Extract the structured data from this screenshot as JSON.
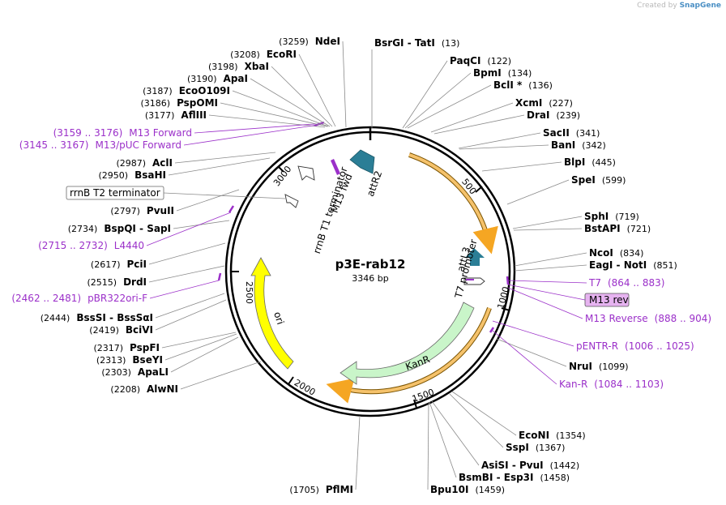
{
  "credit": {
    "prefix": "Created by",
    "brand": "SnapGene"
  },
  "plasmid": {
    "name": "p3E-rab12",
    "length_label": "3346 bp",
    "length": 3346
  },
  "ticks": [
    "500",
    "1000",
    "1500",
    "2000",
    "2500",
    "3000"
  ],
  "enzymes_right": [
    {
      "name": "BsrGI",
      "sep": " - ",
      "name2": "TatI",
      "pos": "(13)"
    },
    {
      "name": "PaqCI",
      "pos": "(122)"
    },
    {
      "name": "BpmI",
      "pos": "(134)"
    },
    {
      "name": "BclI *",
      "pos": "(136)"
    },
    {
      "name": "XcmI",
      "pos": "(227)"
    },
    {
      "name": "DraI",
      "pos": "(239)"
    },
    {
      "name": "SacII",
      "pos": "(341)"
    },
    {
      "name": "BanI",
      "pos": "(342)"
    },
    {
      "name": "BlpI",
      "pos": "(445)"
    },
    {
      "name": "SpeI",
      "pos": "(599)"
    },
    {
      "name": "SphI",
      "pos": "(719)"
    },
    {
      "name": "BstAPI",
      "pos": "(721)"
    },
    {
      "name": "NcoI",
      "pos": "(834)"
    },
    {
      "name": "EagI",
      "sep": " - ",
      "name2": "NotI",
      "pos": "(851)"
    },
    {
      "name": "NruI",
      "pos": "(1099)"
    },
    {
      "name": "EcoNI",
      "pos": "(1354)"
    },
    {
      "name": "SspI",
      "pos": "(1367)"
    },
    {
      "name": "AsiSI",
      "sep": " - ",
      "name2": "PvuI",
      "pos": "(1442)"
    },
    {
      "name": "BsmBI",
      "sep": " - ",
      "name2": "Esp3I",
      "pos": "(1458)"
    },
    {
      "name": "Bpu10I",
      "pos": "(1459)"
    }
  ],
  "enzymes_left": [
    {
      "name": "NdeI",
      "pos": "(3259)"
    },
    {
      "name": "EcoRI",
      "pos": "(3208)"
    },
    {
      "name": "XbaI",
      "pos": "(3198)"
    },
    {
      "name": "ApaI",
      "pos": "(3190)"
    },
    {
      "name": "EcoO109I",
      "pos": "(3187)"
    },
    {
      "name": "PspOMI",
      "pos": "(3186)"
    },
    {
      "name": "AflIII",
      "pos": "(3177)"
    },
    {
      "name": "AclI",
      "pos": "(2987)"
    },
    {
      "name": "BsaHI",
      "pos": "(2950)"
    },
    {
      "name": "PvuII",
      "pos": "(2797)"
    },
    {
      "name": "BspQI",
      "sep": " - ",
      "name2": "SapI",
      "pos": "(2734)"
    },
    {
      "name": "PciI",
      "pos": "(2617)"
    },
    {
      "name": "DrdI",
      "pos": "(2515)"
    },
    {
      "name": "BssSI",
      "sep": " - ",
      "name2": "BssSαI",
      "pos": "(2444)"
    },
    {
      "name": "BciVI",
      "pos": "(2419)"
    },
    {
      "name": "PspFI",
      "pos": "(2317)"
    },
    {
      "name": "BseYI",
      "pos": "(2313)"
    },
    {
      "name": "ApaLI",
      "pos": "(2303)"
    },
    {
      "name": "AlwNI",
      "pos": "(2208)"
    },
    {
      "name": "PflMI",
      "pos": "(1705)"
    }
  ],
  "primers": [
    {
      "name": "M13 Forward",
      "range": "(3159 .. 3176)"
    },
    {
      "name": "M13/pUC Forward",
      "range": "(3145 .. 3167)"
    },
    {
      "name": "L4440",
      "range": "(2715 .. 2732)"
    },
    {
      "name": "pBR322ori-F",
      "range": "(2462 .. 2481)"
    },
    {
      "name": "T7",
      "range": "(864 .. 883)"
    },
    {
      "name": "M13 rev",
      "range": ""
    },
    {
      "name": "M13 Reverse",
      "range": "(888 .. 904)"
    },
    {
      "name": "pENTR-R",
      "range": "(1006 .. 1025)"
    },
    {
      "name": "Kan-R",
      "range": "(1084 .. 1103)"
    }
  ],
  "features": [
    {
      "name": "attR2",
      "color": "#2b7e96"
    },
    {
      "name": "M13 fwd",
      "color": "#9b30c9"
    },
    {
      "name": "rrnB T1 terminator",
      "color": "#ffffff"
    },
    {
      "name": "rrnB T2 terminator",
      "color": "#ffffff"
    },
    {
      "name": "attL3",
      "color": "#2b7e96"
    },
    {
      "name": "T7 promoter",
      "color": "#ffffff"
    },
    {
      "name": "KanR",
      "color": "#c9f5c9"
    },
    {
      "name": "ori",
      "color": "#ffff00"
    }
  ],
  "colors": {
    "backbone": "#000000",
    "orf": "#f5a623",
    "primer": "#9b30c9",
    "attsite": "#2b7e96",
    "kanr": "#c9f5c9",
    "ori": "#ffff00",
    "m13rev_highlight": "#e6b3f0"
  }
}
